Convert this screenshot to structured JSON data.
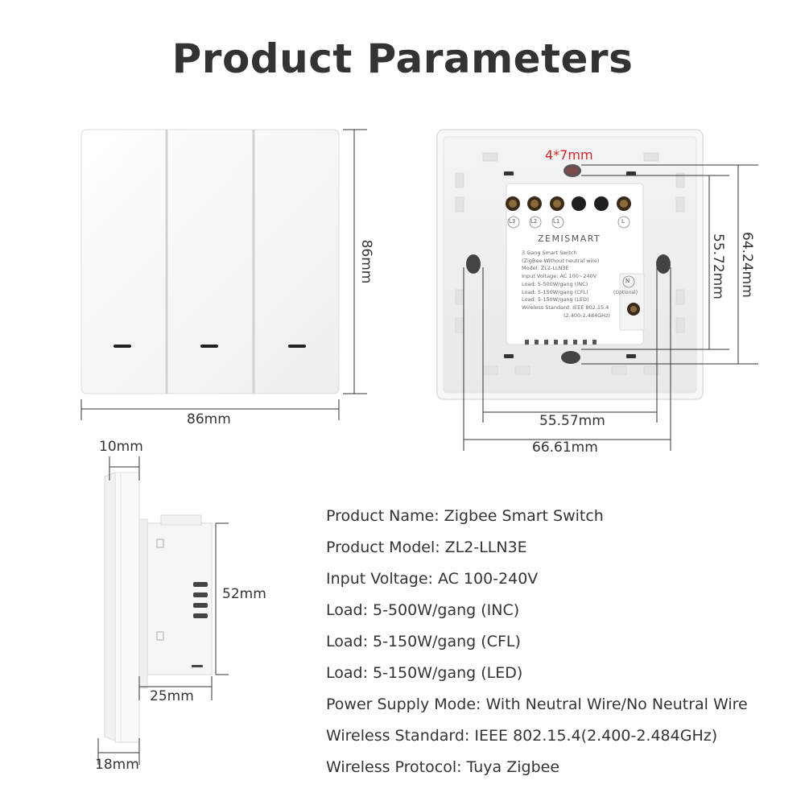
{
  "title": "Product Parameters",
  "colors": {
    "text": "#333333",
    "accent_red": "#d4262a",
    "panel": "#f7f7f7",
    "line": "#333333"
  },
  "front_view": {
    "width_label": "86mm",
    "height_label": "86mm"
  },
  "back_view": {
    "hole_label": "4*7mm",
    "inner_width_label": "55.57mm",
    "outer_width_label": "66.61mm",
    "inner_height_label": "55.72mm",
    "outer_height_label": "64.24mm",
    "brand": "ZEMISMART",
    "terminals": [
      "L3",
      "L2",
      "L1",
      "L"
    ],
    "neutral_label": "N",
    "optional_label": "(Optional)",
    "label_lines": [
      "3 Gang Smart Switch",
      "(ZigBee-Without neutral wire)",
      "Model: ZL2-LLN3E",
      "Input Voltage: AC 100~240V",
      "Load: 5-500W/gang (INC)",
      "Load: 5-150W/gang (CFL)",
      "Load: 5-150W/gang (LED)",
      "Wireless Standard: IEEE 802.15.4",
      "(2.400-2.484GHz)"
    ]
  },
  "side_view": {
    "top_label": "10mm",
    "height_label": "52mm",
    "depth_label": "25mm",
    "bottom_label": "18mm"
  },
  "specs": [
    "Product Name: Zigbee Smart Switch",
    "Product Model: ZL2-LLN3E",
    "Input Voltage: AC 100-240V",
    "Load: 5-500W/gang (INC)",
    "Load: 5-150W/gang (CFL)",
    "Load: 5-150W/gang (LED)",
    "Power Supply Mode: With Neutral Wire/No Neutral Wire",
    "Wireless Standard: IEEE 802.15.4(2.400-2.484GHz)",
    "Wireless Protocol: Tuya Zigbee"
  ]
}
